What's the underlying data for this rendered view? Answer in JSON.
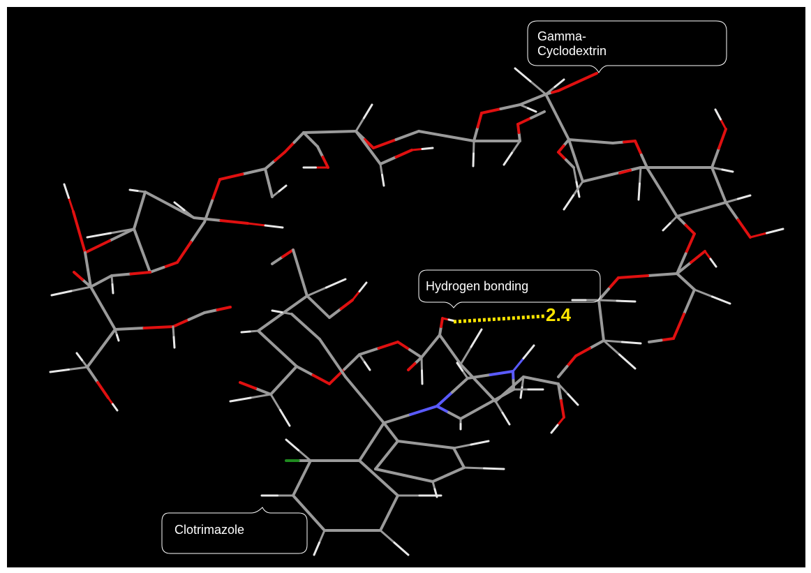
{
  "labels": {
    "gamma_cyclodextrin": "Gamma-\nCyclodextrin",
    "hydrogen_bonding": "Hydrogen bonding",
    "clotrimazole": "Clotrimazole",
    "distance": "2.4"
  },
  "colors": {
    "background": "#000000",
    "carbon": "#9a9a9a",
    "hydrogen": "#e8e8e8",
    "oxygen": "#e01010",
    "nitrogen": "#5a5aff",
    "chlorine": "#1f8a1f",
    "hbond": "#ffe600",
    "callout_border": "#ffffff"
  }
}
